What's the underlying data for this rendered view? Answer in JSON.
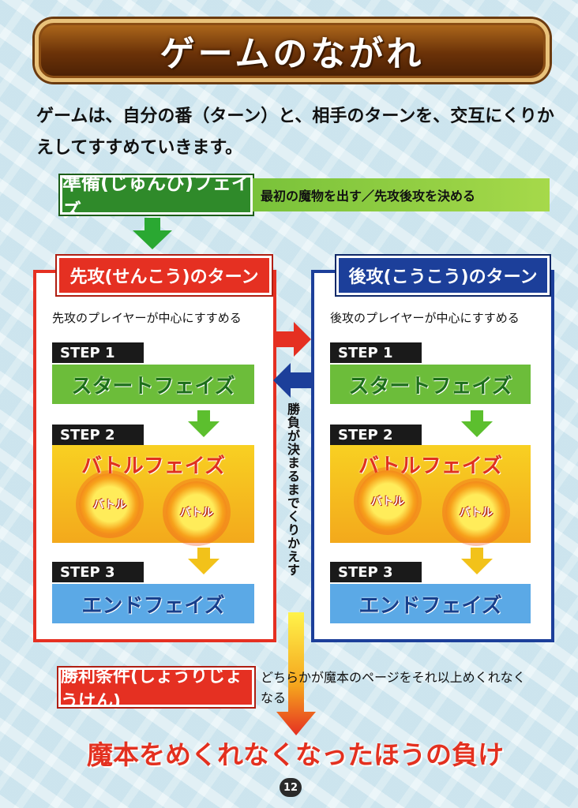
{
  "title": "ゲームのながれ",
  "intro": "ゲームは、自分の番（ターン）と、相手のターンを、交互にくりかえしてすすめていきます。",
  "prep": {
    "label": "準備(じゅんび)フェイズ",
    "desc": "最初の魔物を出す／先攻後攻を決める"
  },
  "first_turn": {
    "label": "先攻(せんこう)のターン",
    "lead": "先攻のプレイヤーが中心にすすめる"
  },
  "second_turn": {
    "label": "後攻(こうこう)のターン",
    "lead": "後攻のプレイヤーが中心にすすめる"
  },
  "steps": {
    "step1": "STEP 1",
    "step2": "STEP 2",
    "step3": "STEP 3",
    "start_phase": "スタートフェイズ",
    "battle_phase": "バトルフェイズ",
    "battle_burst": "バトル",
    "end_phase": "エンドフェイズ"
  },
  "repeat_text": "勝負が決まるまでくりかえす",
  "win": {
    "label": "勝利条件(しょうりじょうけん)",
    "desc": "どちらかが魔本のページをそれ以上めくれなくなる",
    "result": "魔本をめくれなくなったほうの負け"
  },
  "page_number": "12",
  "colors": {
    "red": "#e53022",
    "blue": "#1c3f9a",
    "green": "#2f8a2a"
  }
}
